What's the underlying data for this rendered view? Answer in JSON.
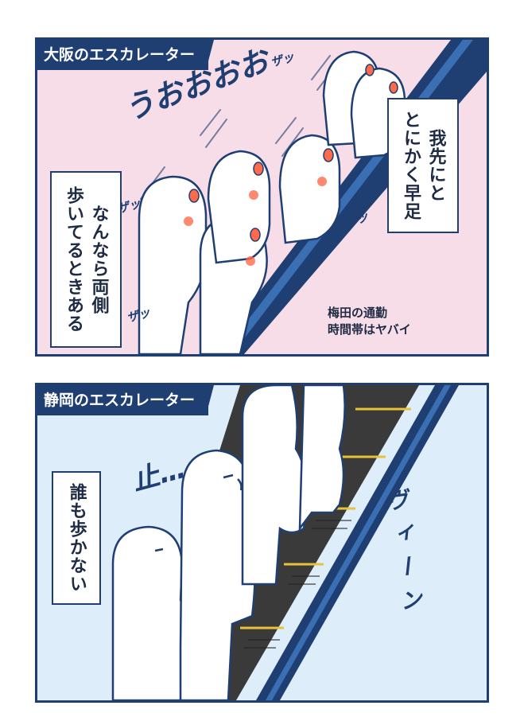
{
  "panel1": {
    "title": "大阪のエスカレーター",
    "box_hurry": [
      "我先にと",
      "とにかく早足"
    ],
    "box_both": [
      "なんなら両側",
      "歩いてるときある"
    ],
    "caption": [
      "梅田の通勤",
      "時間帯はヤバイ"
    ],
    "sfx_uooo": "うおおおお",
    "sfx_zat": "ザッ"
  },
  "panel2": {
    "title": "静岡のエスカレーター",
    "box_nobody": [
      "誰も歩かない"
    ],
    "sfx_stop": "止…",
    "sfx_vwoon": "ヴィーン"
  },
  "colors": {
    "border": "#1f3f73",
    "panel1_bg": "#f7dde7",
    "panel2_bg": "#ddeefa",
    "figure": "#ffffff",
    "mouth": "#ff6b4a",
    "escalator": "#3a3a3a",
    "step_edge": "#e8c23a"
  }
}
